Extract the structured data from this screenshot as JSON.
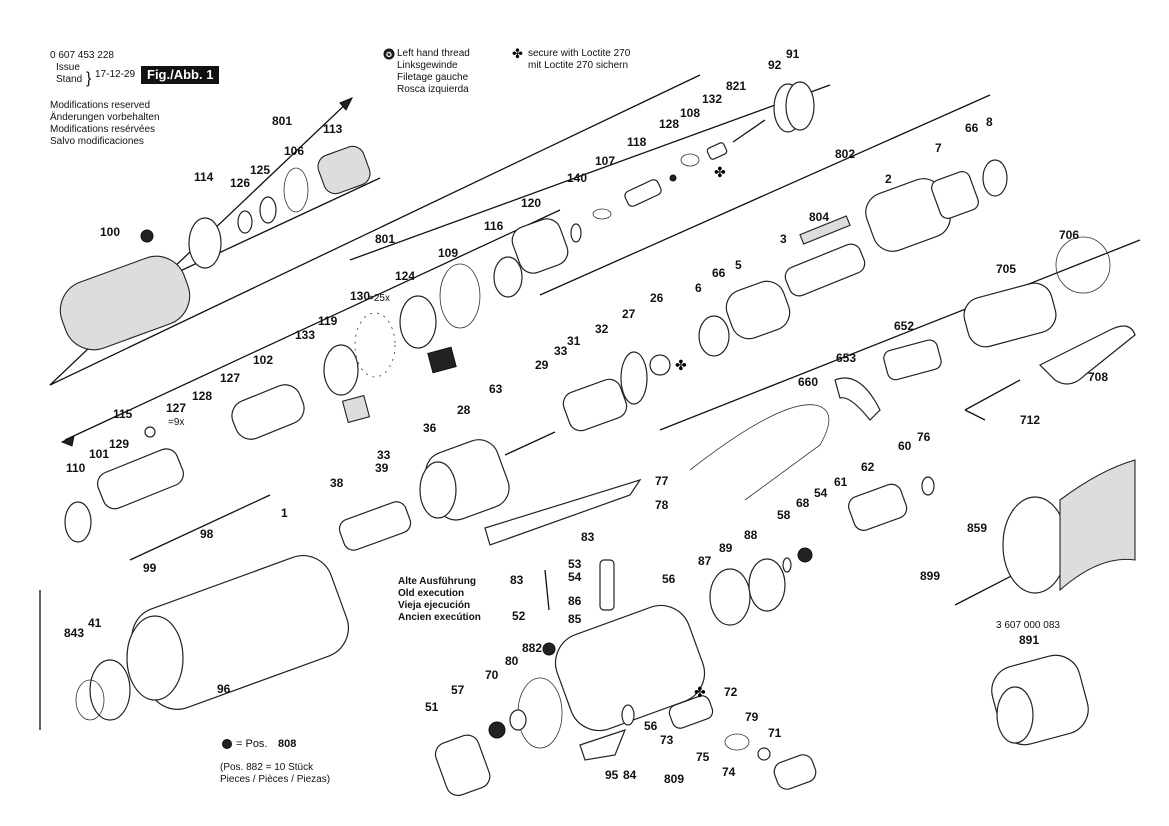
{
  "header": {
    "part_number": "0 607 453 228",
    "issue_label": "Issue",
    "stand_label": "Stand",
    "date": "17-12-29",
    "figure": "Fig./Abb. 1"
  },
  "modifications": [
    "Modifications reserved",
    "Änderungen vorbehalten",
    "Modifications resérvées",
    "Salvo modificaciones"
  ],
  "legend": {
    "left_thread": [
      "Left hand thread",
      "Linksgewinde",
      "Filetage gauche",
      "Rosca izquierda"
    ],
    "loctite": [
      "secure with Loctite 270",
      "mit Loctite 270 sichern"
    ]
  },
  "old_execution": [
    "Alte Ausführung",
    "Old execution",
    "Vieja ejecución",
    "Ancien execútion"
  ],
  "old_execution_part": "52",
  "pos_note": {
    "dot": "= Pos.",
    "pos": "808",
    "line1": "(Pos. 882 = 10 Stück",
    "line2": "Pieces / Pièces / Piezas)"
  },
  "accessory_number": "3 607 000 083",
  "parts": {
    "p0": "100",
    "p1": "114",
    "p2": "126",
    "p3": "125",
    "p4": "801",
    "p5": "106",
    "p6": "113",
    "p7": "801",
    "p8": "124",
    "p9": "109",
    "p10": "116",
    "p11": "120",
    "p12": "140",
    "p13": "107",
    "p14": "118",
    "p15": "128",
    "p16": "108",
    "p17": "132",
    "p18": "821",
    "p19": "92",
    "p20": "91",
    "p21": "130",
    "p22": "=25x",
    "p23": "133",
    "p24": "119",
    "p25": "102",
    "p26": "127",
    "p27": "115",
    "p28": "127",
    "p29": "=9x",
    "p30": "128",
    "p31": "129",
    "p32": "101",
    "p33": "110",
    "p34": "802",
    "p35": "7",
    "p36": "66",
    "p37": "8",
    "p38": "804",
    "p39": "2",
    "p40": "3",
    "p41": "6",
    "p42": "66",
    "p43": "5",
    "p44": "706",
    "p45": "705",
    "p46": "652",
    "p47": "708",
    "p48": "653",
    "p49": "712",
    "p50": "660",
    "p51": "26",
    "p52": "27",
    "p53": "32",
    "p54": "31",
    "p55": "33",
    "p56": "29",
    "p57": "63",
    "p58": "28",
    "p59": "36",
    "p60": "39",
    "p61": "33",
    "p62": "38",
    "p63": "1",
    "p64": "98",
    "p65": "99",
    "p66": "41",
    "p67": "843",
    "p68": "96",
    "p69": "77",
    "p70": "78",
    "p71": "83",
    "p72": "53",
    "p73": "54",
    "p74": "83",
    "p75": "86",
    "p76": "85",
    "p77": "56",
    "p78": "87",
    "p79": "89",
    "p80": "88",
    "p81": "58",
    "p82": "68",
    "p83": "54",
    "p84": "61",
    "p85": "62",
    "p86": "60",
    "p87": "76",
    "p88": "859",
    "p89": "899",
    "p90": "891",
    "p91": "70",
    "p92": "80",
    "p93": "882",
    "p94": "51",
    "p95": "57",
    "p96": "95",
    "p97": "84",
    "p98": "56",
    "p99": "73",
    "p100": "809",
    "p101": "75",
    "p102": "72",
    "p103": "79",
    "p104": "71",
    "p105": "74"
  },
  "colors": {
    "ink": "#111111",
    "paper": "#ffffff"
  }
}
